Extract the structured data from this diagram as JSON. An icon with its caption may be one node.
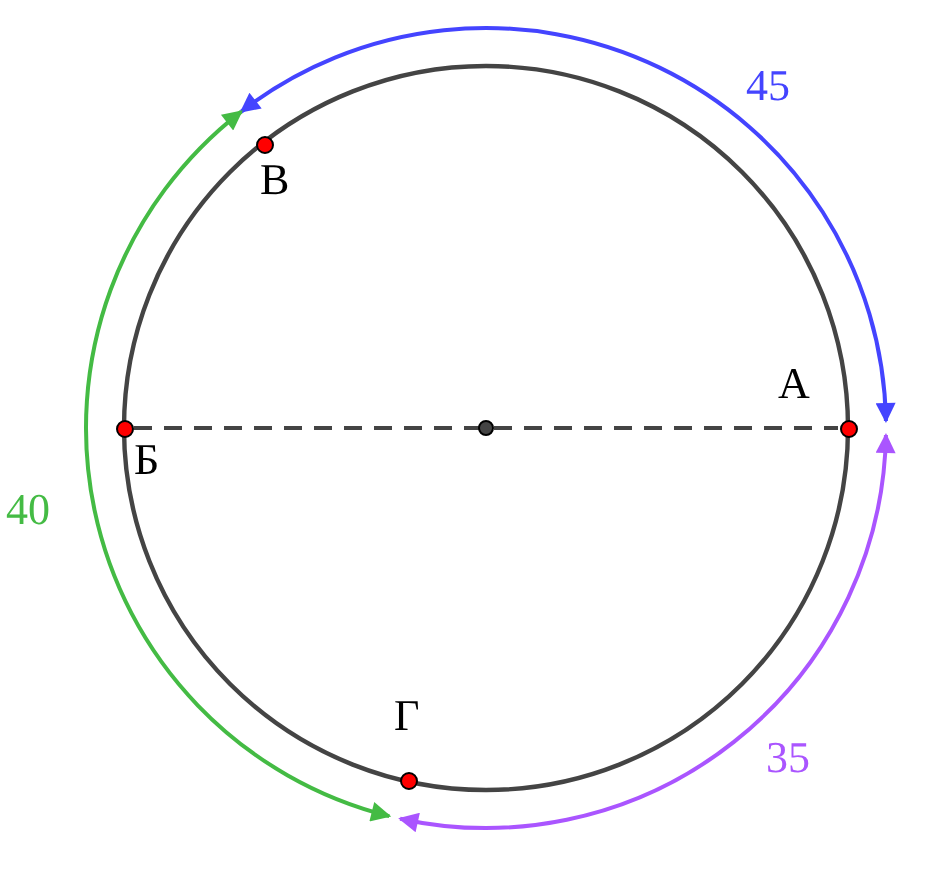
{
  "diagram": {
    "nodes": [
      {
        "text": [
          "В"
        ]
      },
      {
        "text": [
          "Б"
        ]
      },
      {
        "text": [],
        "shape": "circle"
      },
      {
        "text": [
          "А"
        ]
      },
      {
        "text": [
          "Г"
        ]
      }
    ],
    "edges": [
      {
        "from": 3,
        "to": 0,
        "arrow": "both",
        "label": "45",
        "color": "#4444ff"
      },
      {
        "from": 1,
        "to": 3,
        "arrow": "none",
        "style": "dashed",
        "color": "#444444"
      },
      {
        "from": 0,
        "to": 4,
        "arrow": "both",
        "label": "40",
        "color": "#44bb44"
      },
      {
        "from": 3,
        "to": 4,
        "arrow": "both",
        "label": "35",
        "color": "#aa55ff"
      }
    ]
  }
}
